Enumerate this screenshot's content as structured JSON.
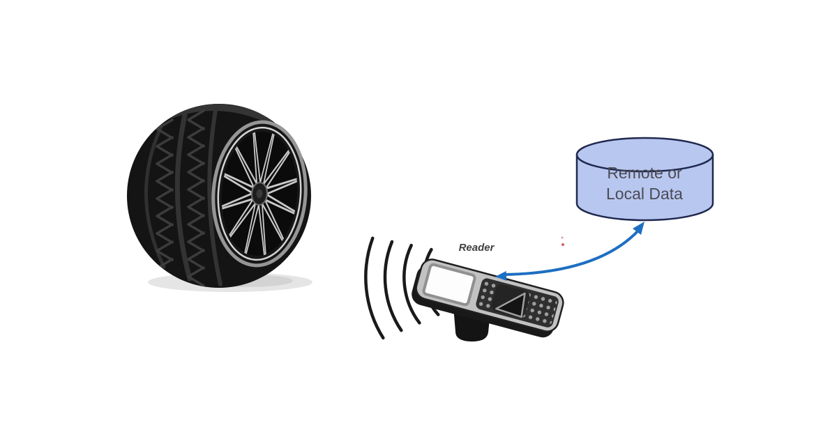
{
  "diagram": {
    "tire": {
      "description": "car tire with alloy wheel"
    },
    "signal_waves": {
      "count": 4,
      "color": "#1a1a1a"
    },
    "reader": {
      "label": "Reader",
      "label_color": "#3f3f3f"
    },
    "arrow": {
      "color": "#1d6fc2",
      "style": "bidirectional-curved"
    },
    "database": {
      "label_line1": "Remote or",
      "label_line2": "Local Data",
      "fill": "#b8c7ef",
      "stroke": "#20294f",
      "text_color": "#4b4b55"
    },
    "artifact": {
      "color": "#c24a4a"
    }
  }
}
